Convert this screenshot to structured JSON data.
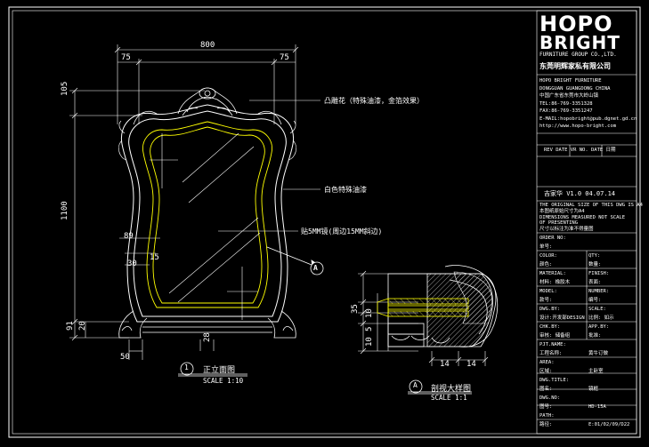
{
  "brand": {
    "logo_line1": "HOPO",
    "logo_line2": "BRIGHT",
    "company_en": "FURNITURE GROUP CO.,LTD.",
    "company_cn": "东莞明辉家私有限公司",
    "contact": [
      "HOPO BRIGHT FURNITURE",
      "DONGGUAN GUANGDONG CHINA",
      "中国广东省东莞市大岭山镇",
      "TEL:86-769-3351328",
      "FAX:86-769-3351247",
      "E-MAIL:hopobright@pub.dgnet.gd.cn",
      "http://www.hopo-bright.com"
    ]
  },
  "revision": {
    "header": "REV DATE  VR NO.  DATE 日期",
    "row": "吉家华  V1.0  04.07.14"
  },
  "notes_en": [
    "THE ORIGINAL SIZE OF THIS DWG IS A4",
    "本图纸原始尺寸为A4",
    "DIMENSIONS MEASURED NOT SCALE",
    "OF PRESENTING",
    "尺寸以标注为准不得量图"
  ],
  "title_block": [
    {
      "label": "ORDER NO:",
      "value": ""
    },
    {
      "label": "单号:",
      "value": ""
    },
    {
      "label": "COLOR:",
      "value": "QTY:"
    },
    {
      "label": "颜色:",
      "value": "数量:"
    },
    {
      "label": "MATERIAL:",
      "value": "FINISH:"
    },
    {
      "label": "材料:  橡胶木",
      "value": "表面:"
    },
    {
      "label": "MODEL:",
      "value": "NUMBER:"
    },
    {
      "label": "款号:",
      "value": "编号:"
    },
    {
      "label": "DWG.BY:",
      "value": "SCALE:"
    },
    {
      "label": "设计:开发部DESIGN",
      "value": "比例:  如示"
    },
    {
      "label": "CHK.BY:",
      "value": "APP.BY:"
    },
    {
      "label": "审核:  储备组",
      "value": "批准:"
    },
    {
      "label": "PJT.NAME:",
      "value": ""
    },
    {
      "label": "工程名称:",
      "value": "黄牛订做"
    },
    {
      "label": "AREA:",
      "value": ""
    },
    {
      "label": "区域:",
      "value": "主卧室"
    },
    {
      "label": "DWG.TITLE:",
      "value": ""
    },
    {
      "label": "图名:",
      "value": "镜框"
    },
    {
      "label": "DWG.NO:",
      "value": ""
    },
    {
      "label": "图号:",
      "value": "HD-15A"
    },
    {
      "label": "PATH:",
      "value": ""
    },
    {
      "label": "路径:",
      "value": "E:01/02/09/D22"
    }
  ],
  "front_view": {
    "dims": {
      "width_total": "800",
      "top_left": "75",
      "top_right": "75",
      "crest": "105",
      "height_total": "1100",
      "inner_offset": "89",
      "side_a": "30",
      "side_b": "15",
      "bottom_a": "91",
      "bottom_b": "20",
      "foot": "28",
      "base": "50"
    },
    "callouts": {
      "carving": "凸雕花（特殊油漆，金箔效果）",
      "special_paint": "白色特殊油漆",
      "mirror": "贴5MM镜(周边15MM斜边)"
    },
    "section_tag": "A",
    "caption_num": "1",
    "caption": "正立面图",
    "scale": "SCALE 1:10"
  },
  "detail_view": {
    "dims": {
      "h1": "35",
      "h2": "10",
      "h3": "5",
      "h4": "10",
      "w1": "14",
      "w2": "14"
    },
    "caption_num": "A",
    "caption": "剖视大样图",
    "scale": "SCALE 1:1"
  }
}
